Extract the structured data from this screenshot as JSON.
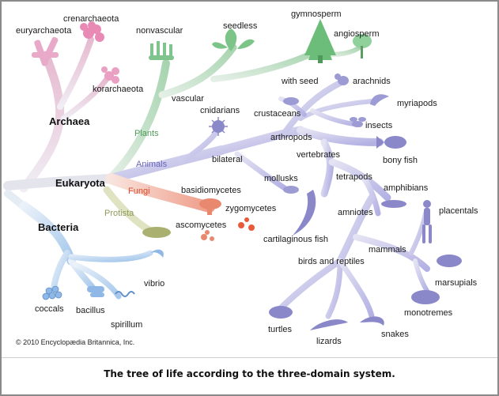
{
  "caption": "The tree of life according to the three-domain system.",
  "copyright": "© 2010 Encyclopædia Britannica, Inc.",
  "domains": {
    "archaea": "Archaea",
    "eukaryota": "Eukaryota",
    "bacteria": "Bacteria"
  },
  "kingdoms": {
    "plants": "Plants",
    "animals": "Animals",
    "fungi": "Fungi",
    "protista": "Protista"
  },
  "archaea_labels": {
    "euryarchaeota": "euryarchaeota",
    "crenarchaeota": "crenarchaeota",
    "korarchaeota": "korarchaeota"
  },
  "plant_labels": {
    "nonvascular": "nonvascular",
    "seedless": "seedless",
    "gymnosperm": "gymnosperm",
    "angiosperm": "angiosperm",
    "vascular": "vascular",
    "with_seed": "with seed"
  },
  "animal_labels": {
    "cnidarians": "cnidarians",
    "arachnids": "arachnids",
    "myriapods": "myriapods",
    "crustaceans": "crustaceans",
    "insects": "insects",
    "arthropods": "arthropods",
    "vertebrates": "vertebrates",
    "bony_fish": "bony fish",
    "bilateral": "bilateral",
    "mollusks": "mollusks",
    "tetrapods": "tetrapods",
    "amphibians": "amphibians",
    "placentals": "placentals",
    "amniotes": "amniotes",
    "cartilaginous_fish": "cartilaginous fish",
    "mammals": "mammals",
    "birds_and_reptiles": "birds and reptiles",
    "marsupials": "marsupials",
    "monotremes": "monotremes",
    "turtles": "turtles",
    "lizards": "lizards",
    "snakes": "snakes"
  },
  "fungi_labels": {
    "basidiomycetes": "basidiomycetes",
    "zygomycetes": "zygomycetes",
    "ascomycetes": "ascomycetes"
  },
  "bacteria_labels": {
    "vibrio": "vibrio",
    "coccals": "coccals",
    "bacillus": "bacillus",
    "spirillum": "spirillum"
  },
  "colors": {
    "archaea": "#e8c6d6",
    "plants": "#b5dcbc",
    "animals": "#c4c3ea",
    "fungi": "#f4b8a8",
    "protista": "#cfd3a4",
    "bacteria": "#b8d3ef",
    "trunk": "#e2e2ee"
  }
}
